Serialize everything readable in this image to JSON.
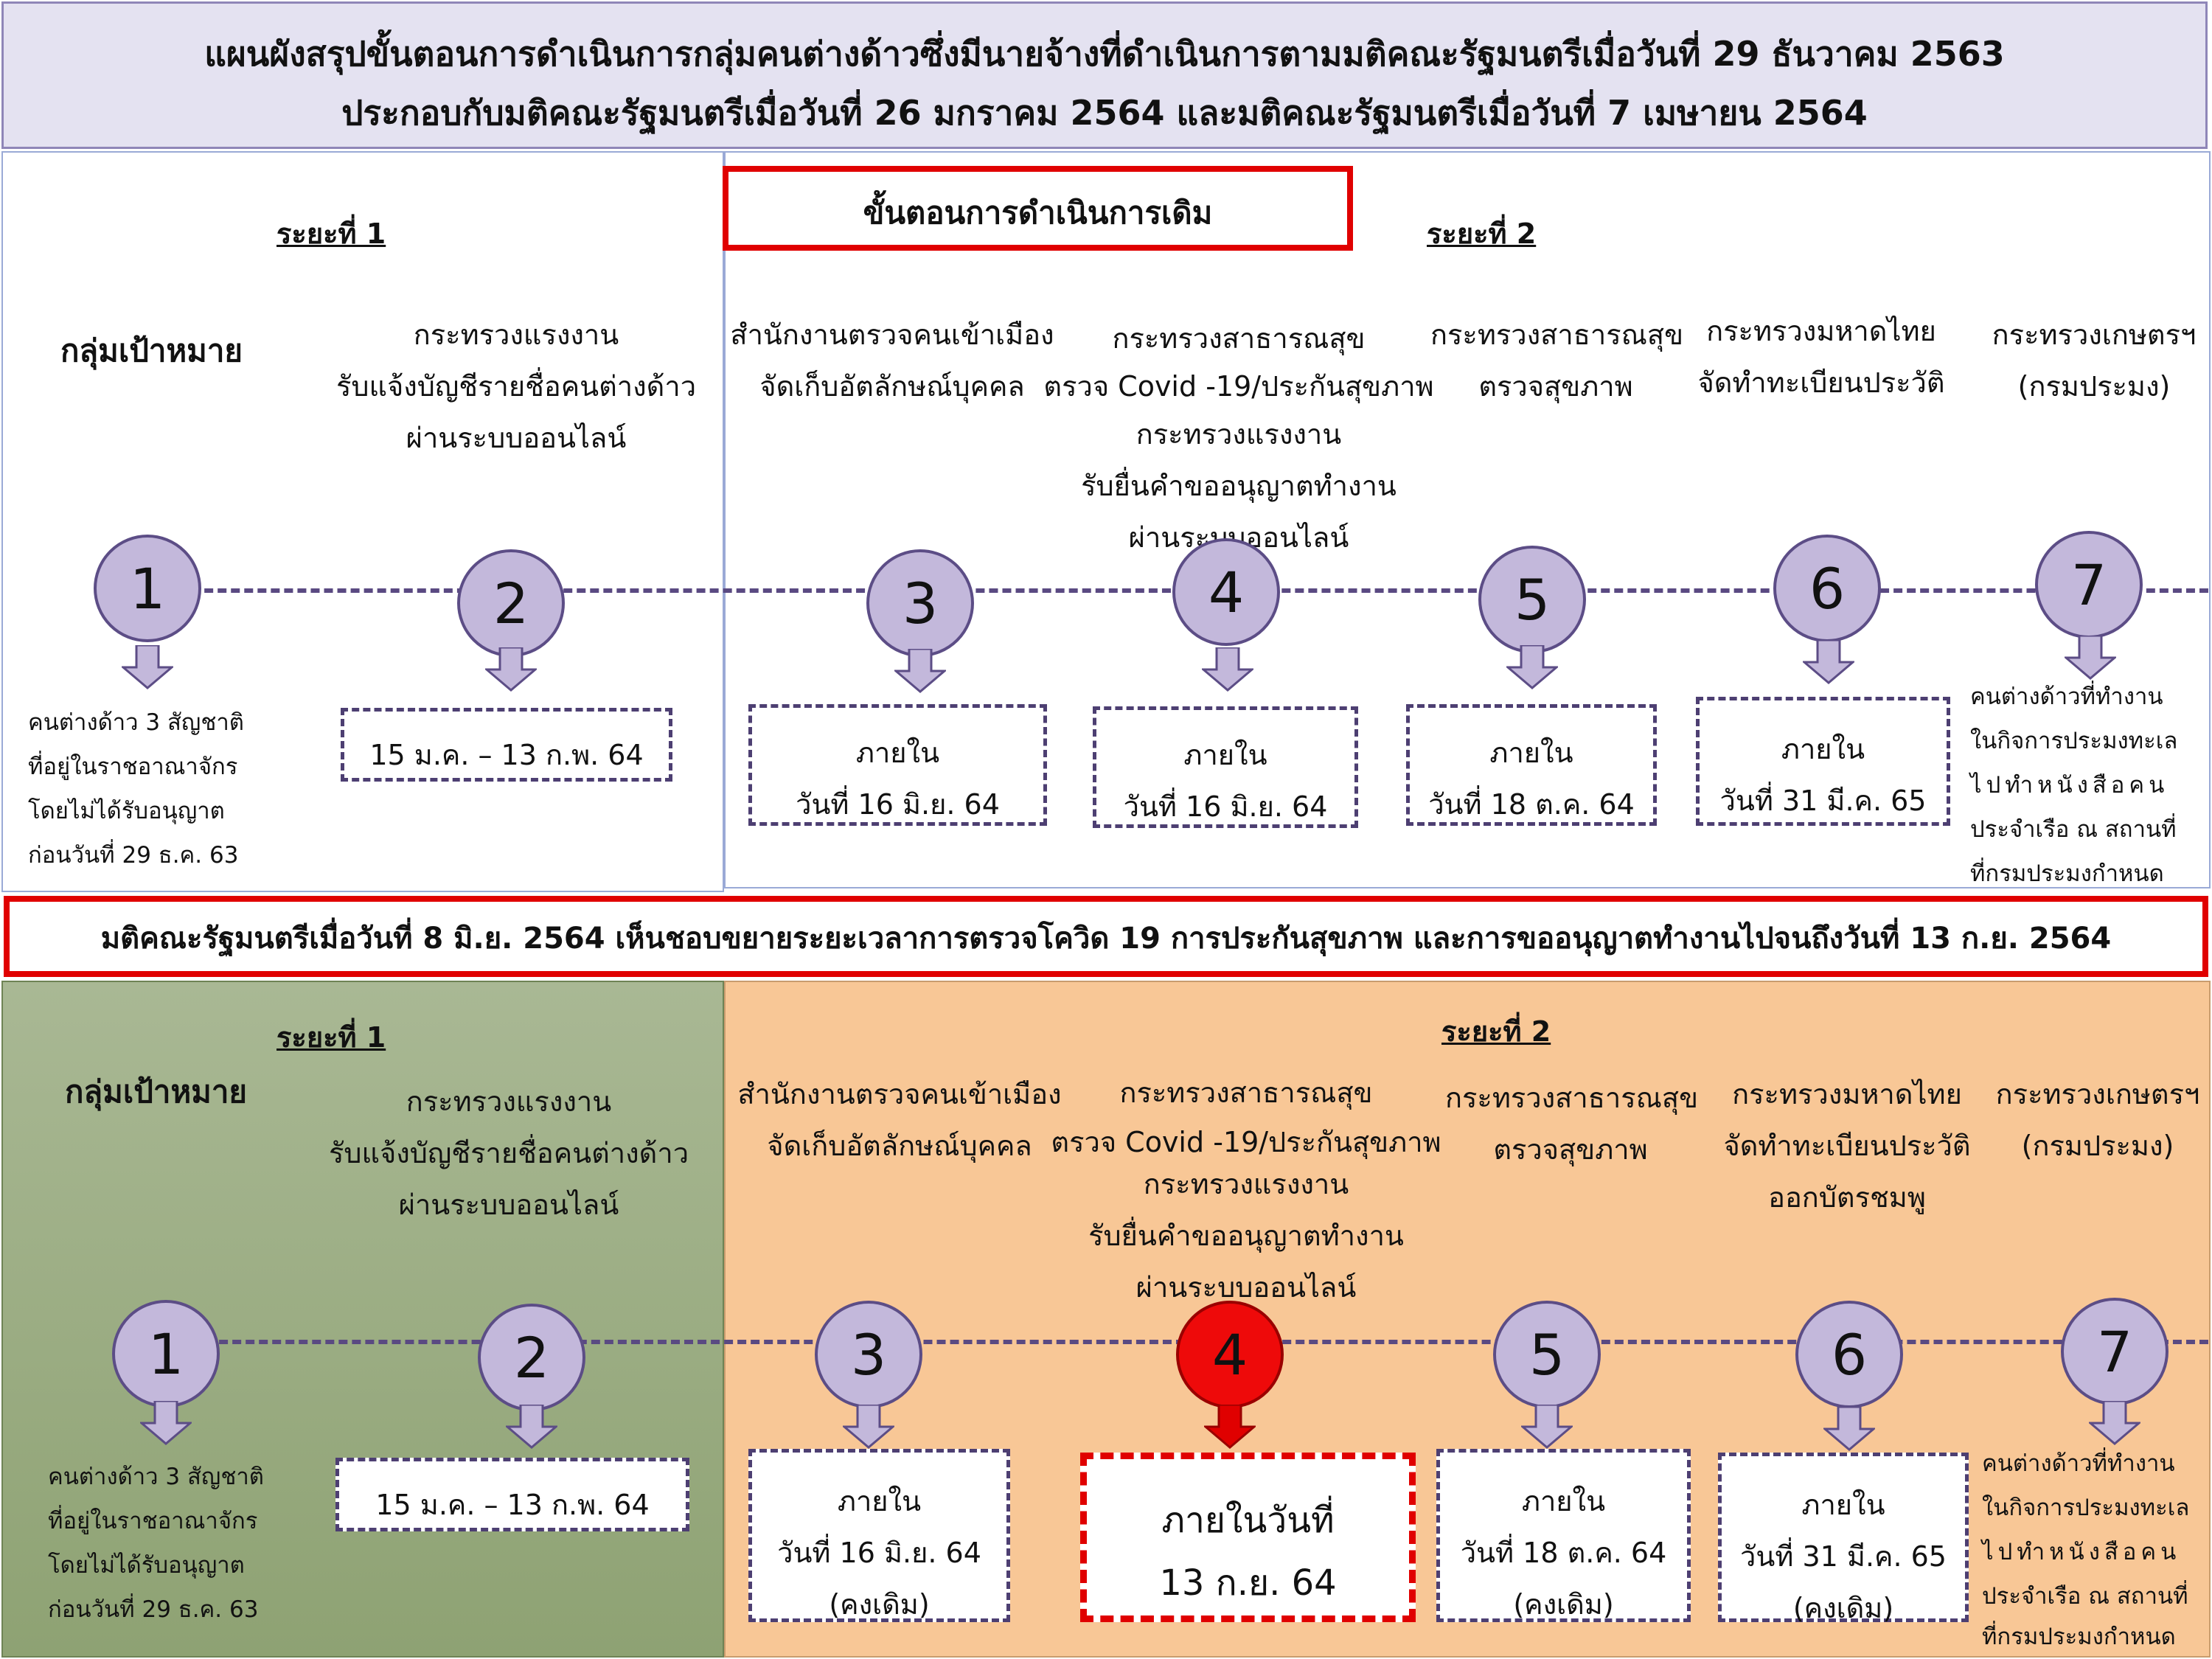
{
  "header": {
    "line1": "แผนผังสรุปขั้นตอนการดำเนินการกลุ่มคนต่างด้าวซึ่งมีนายจ้างที่ดำเนินการตามมติคณะรัฐมนตรีเมื่อวันที่ 29 ธันวาคม 2563",
    "line2": "ประกอบกับมติคณะรัฐมนตรีเมื่อวันที่ 26 มกราคม 2564 และมติคณะรัฐมนตรีเมื่อวันที่ 7 เมษายน 2564"
  },
  "top": {
    "label": "ขั้นตอนการดำเนินการเดิม",
    "phase1": "ระยะที่ 1",
    "phase2": "ระยะที่ 2",
    "target": "กลุ่มเป้าหมาย",
    "col2": [
      "กระทรวงแรงงาน",
      "รับแจ้งบัญชีรายชื่อคนต่างด้าว",
      "ผ่านระบบออนไลน์"
    ],
    "col3": [
      "สำนักงานตรวจคนเข้าเมือง",
      "จัดเก็บอัตลักษณ์บุคคล"
    ],
    "col4": [
      "กระทรวงสาธารณสุข",
      "ตรวจ Covid -19/ประกันสุขภาพ",
      "กระทรวงแรงงาน",
      "รับยื่นคำขออนุญาตทำงาน",
      "ผ่านระบบออนไลน์"
    ],
    "col5": [
      "กระทรวงสาธารณสุข",
      "ตรวจสุขภาพ"
    ],
    "col6": [
      "กระทรวงมหาดไทย",
      "จัดทำทะเบียนประวัติ"
    ],
    "col7": [
      "กระทรวงเกษตรฯ",
      "(กรมประมง)"
    ],
    "steps": [
      "1",
      "2",
      "3",
      "4",
      "5",
      "6",
      "7"
    ],
    "note1": [
      "คนต่างด้าว 3 สัญชาติ",
      "ที่อยู่ในราชอาณาจักร",
      "โดยไม่ได้รับอนุญาต",
      "ก่อนวันที่ 29 ธ.ค. 63"
    ],
    "box2": [
      "15 ม.ค. – 13 ก.พ. 64"
    ],
    "box3": [
      "ภายใน",
      "วันที่ 16 มิ.ย. 64"
    ],
    "box4": [
      "ภายใน",
      "วันที่ 16 มิ.ย. 64"
    ],
    "box5": [
      "ภายใน",
      "วันที่ 18 ต.ค. 64"
    ],
    "box6": [
      "ภายใน",
      "วันที่ 31 มี.ค. 65"
    ],
    "note7": [
      "คนต่างด้าวที่ทำงาน",
      "ในกิจการประมงทะเล",
      "ไปทำหนังสือคน",
      "ประจำเรือ ณ สถานที่",
      "ที่กรมประมงกำหนด"
    ]
  },
  "resolution": "มติคณะรัฐมนตรีเมื่อวันที่ 8 มิ.ย. 2564 เห็นชอบขยายระยะเวลาการตรวจโควิด 19 การประกันสุขภาพ และการขออนุญาตทำงานไปจนถึงวันที่ 13 ก.ย. 2564",
  "bottom": {
    "phase1": "ระยะที่ 1",
    "phase2": "ระยะที่ 2",
    "target": "กลุ่มเป้าหมาย",
    "col2": [
      "กระทรวงแรงงาน",
      "รับแจ้งบัญชีรายชื่อคนต่างด้าว",
      "ผ่านระบบออนไลน์"
    ],
    "col3": [
      "สำนักงานตรวจคนเข้าเมือง",
      "จัดเก็บอัตลักษณ์บุคคล"
    ],
    "col4": [
      "กระทรวงสาธารณสุข",
      "ตรวจ Covid -19/ประกันสุขภาพ",
      "กระทรวงแรงงาน",
      "รับยื่นคำขออนุญาตทำงาน",
      "ผ่านระบบออนไลน์"
    ],
    "col5": [
      "กระทรวงสาธารณสุข",
      "ตรวจสุขภาพ"
    ],
    "col6": [
      "กระทรวงมหาดไทย",
      "จัดทำทะเบียนประวัติ",
      "ออกบัตรชมพู"
    ],
    "col7": [
      "กระทรวงเกษตรฯ",
      "(กรมประมง)"
    ],
    "steps": [
      "1",
      "2",
      "3",
      "4",
      "5",
      "6",
      "7"
    ],
    "note1": [
      "คนต่างด้าว 3 สัญชาติ",
      "ที่อยู่ในราชอาณาจักร",
      "โดยไม่ได้รับอนุญาต",
      "ก่อนวันที่ 29 ธ.ค. 63"
    ],
    "box2": [
      "15 ม.ค. – 13 ก.พ. 64"
    ],
    "box3": [
      "ภายใน",
      "วันที่ 16 มิ.ย. 64",
      "(คงเดิม)"
    ],
    "box4": [
      "ภายในวันที่",
      "13 ก.ย. 64"
    ],
    "box5": [
      "ภายใน",
      "วันที่ 18 ต.ค. 64",
      "(คงเดิม)"
    ],
    "box6": [
      "ภายใน",
      "วันที่ 31 มี.ค. 65",
      "(คงเดิม)"
    ],
    "note7": [
      "คนต่างด้าวที่ทำงาน",
      "ในกิจการประมงทะเล",
      "ไปทำหนังสือคน",
      "ประจำเรือ ณ สถานที่",
      "ที่กรมประมงกำหนด"
    ]
  },
  "colors": {
    "circle": "#c3b8db",
    "circle_highlight": "#ee0a0a",
    "highlight_border": "#e00000",
    "phase1_bg": "#9cad83",
    "phase2_bg": "#f8c796"
  }
}
